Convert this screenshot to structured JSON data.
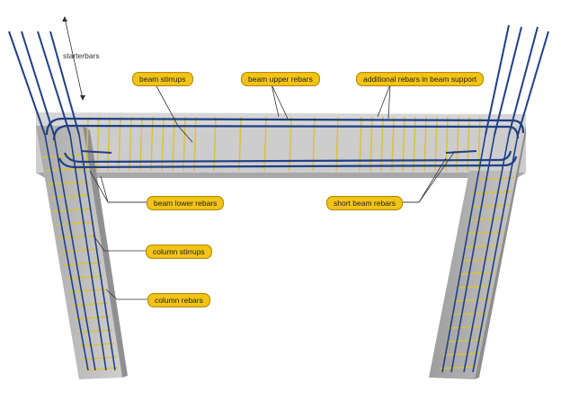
{
  "labels": {
    "starterbars": "starterbars",
    "beam_stirrups": "beam stirrups",
    "beam_upper_rebars": "beam upper rebars",
    "additional_rebars": "additional rebars in beam support",
    "beam_lower_rebars": "beam lower rebars",
    "short_beam_rebars": "short beam rebars",
    "column_stirrups": "column stirrups",
    "column_rebars": "column rebars"
  },
  "colors": {
    "label_fill": "#f2c417",
    "rebar_blue": "#1f3f86",
    "stirrup_yellow": "#d9c23a",
    "concrete": "#b9b9b9"
  }
}
